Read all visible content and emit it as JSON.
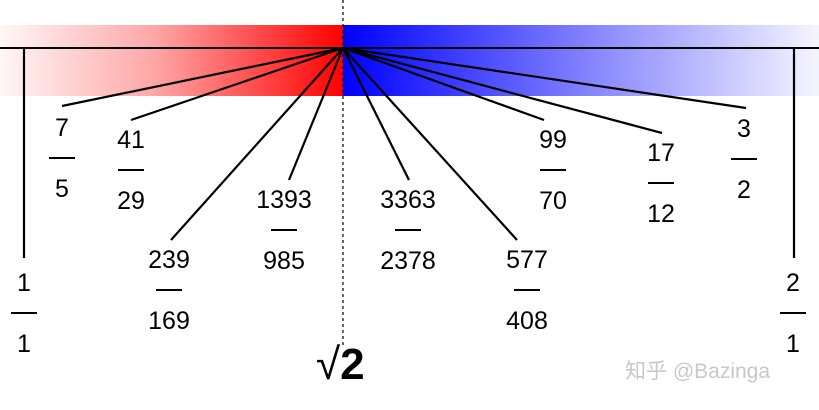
{
  "fractions": [
    {
      "id": "1-1",
      "num": "1",
      "den": "1"
    },
    {
      "id": "7-5",
      "num": "7",
      "den": "5"
    },
    {
      "id": "41-29",
      "num": "41",
      "den": "29"
    },
    {
      "id": "239-169",
      "num": "239",
      "den": "169"
    },
    {
      "id": "1393-985",
      "num": "1393",
      "den": "985"
    },
    {
      "id": "3363-2378",
      "num": "3363",
      "den": "2378"
    },
    {
      "id": "577-408",
      "num": "577",
      "den": "408"
    },
    {
      "id": "99-70",
      "num": "99",
      "den": "70"
    },
    {
      "id": "17-12",
      "num": "17",
      "den": "12"
    },
    {
      "id": "3-2",
      "num": "3",
      "den": "2"
    },
    {
      "id": "2-1",
      "num": "2",
      "den": "1"
    }
  ],
  "center_label": {
    "radical": "√",
    "radicand": "2"
  },
  "watermark": "知乎 @Bazinga",
  "colors": {
    "below_root": "#ff0000",
    "above_root": "#0000ff",
    "lines": "#000000",
    "watermark": "#c8c8c8"
  }
}
